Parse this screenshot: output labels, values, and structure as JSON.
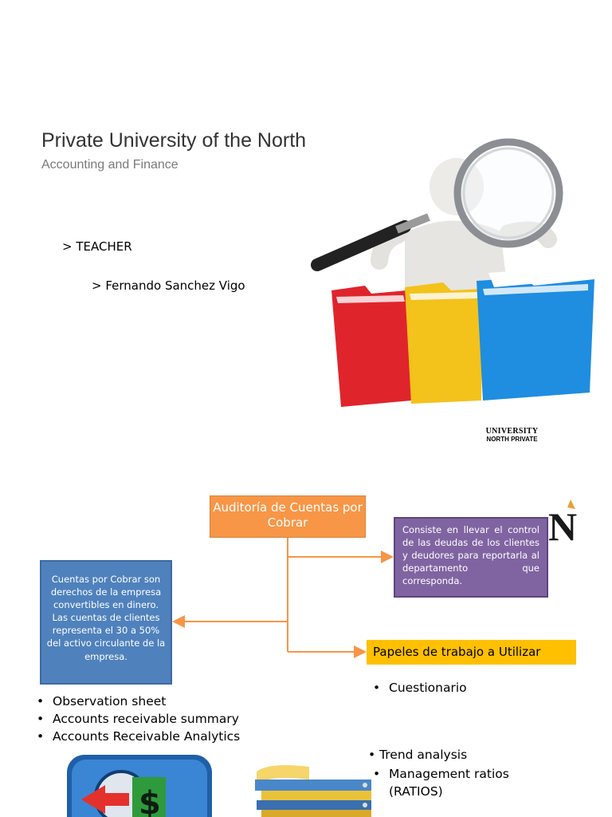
{
  "header": {
    "title": "Private University of the North",
    "subtitle": "Accounting and Finance"
  },
  "teacher": {
    "label": "> TEACHER",
    "name": "> Fernando Sanchez Vigo"
  },
  "logo": {
    "line1": "UNIVERSITY",
    "line2": "NORTH PRIVATE",
    "mark": "N"
  },
  "diagram": {
    "top_box": "Auditoría de Cuentas por Cobrar",
    "definition_box": "Consiste en llevar el control de las deudas de los clientes y deudores para reportarla al departamento que corresponda.",
    "left_box": "Cuentas por Cobrar son derechos de la empresa convertibles en dinero. Las cuentas de clientes representa el 30  a 50% del  activo circulante  de la empresa.",
    "papers_box": "Papeles de trabajo a Utilizar"
  },
  "lists": {
    "left": [
      "Observation sheet",
      "Accounts receivable summary",
      "Accounts Receivable Analytics"
    ],
    "right_top": [
      "Cuestionario"
    ],
    "trend": "• Trend analysis",
    "right_bottom": [
      "Management ratios (RATIOS)"
    ]
  },
  "icons": {
    "magnifier": "magnifier-folders-illustration",
    "money": "money-transfer-icon",
    "binders": "binders-stack-icon"
  },
  "colors": {
    "orange": "#f79646",
    "purple": "#8064a2",
    "blue": "#4f81bd",
    "yellow": "#ffc000"
  }
}
